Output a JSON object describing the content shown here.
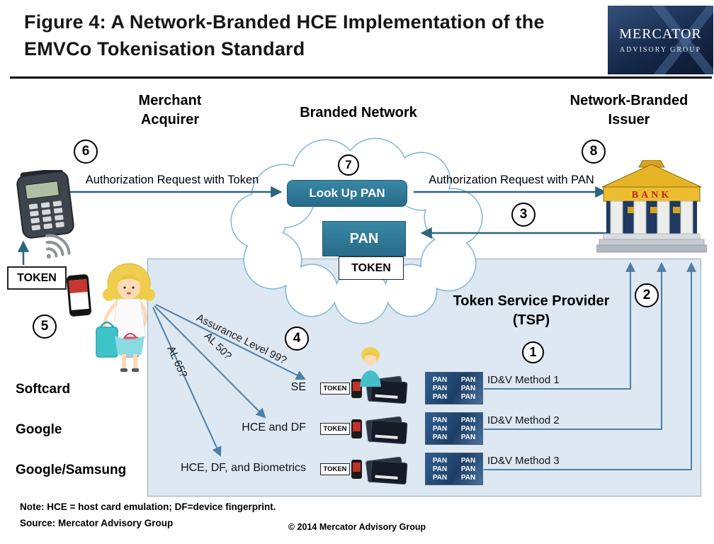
{
  "title": "Figure 4: A Network-Branded HCE Implementation of the EMVCo Tokenisation Standard",
  "logo": {
    "name": "MERCATOR",
    "subtitle": "ADVISORY GROUP"
  },
  "headers": {
    "merchant_acquirer": "Merchant\nAcquirer",
    "branded_network": "Branded Network",
    "issuer": "Network-Branded\nIssuer"
  },
  "steps": [
    "1",
    "2",
    "3",
    "4",
    "5",
    "6",
    "7",
    "8"
  ],
  "flow": {
    "auth_request_token": "Authorization Request with Token",
    "auth_request_pan": "Authorization Request with PAN",
    "look_up_pan": "Look Up PAN",
    "pan": "PAN",
    "token_cloud": "TOKEN",
    "token_terminal": "TOKEN"
  },
  "bank": {
    "label": "BANK"
  },
  "tsp": {
    "title": "Token Service Provider\n(TSP)",
    "assurance_arrows": [
      "Assurance Level 99?",
      "AL 50?",
      "AL 65?"
    ],
    "rows": [
      {
        "wallet": "Softcard",
        "security": "SE",
        "idv": "ID&V Method 1",
        "token_label": "TOKEN",
        "pan_label": "PAN"
      },
      {
        "wallet": "Google",
        "security": "HCE and DF",
        "idv": "ID&V Method 2",
        "token_label": "TOKEN",
        "pan_label": "PAN"
      },
      {
        "wallet": "Google/Samsung",
        "security": "HCE, DF, and Biometrics",
        "idv": "ID&V Method 3",
        "token_label": "TOKEN",
        "pan_label": "PAN"
      }
    ]
  },
  "footer": {
    "note": "Note: HCE = host card emulation; DF=device fingerprint.",
    "source": "Source: Mercator Advisory Group",
    "copyright": "© 2014 Mercator Advisory Group"
  },
  "colors": {
    "teal_box": "#2F7795",
    "cloud_stroke": "#7FB6D6",
    "arrow_dark": "#2E647E",
    "arrow_steel": "#4E7FA5",
    "tsp_fill": "#DDE8F2"
  }
}
